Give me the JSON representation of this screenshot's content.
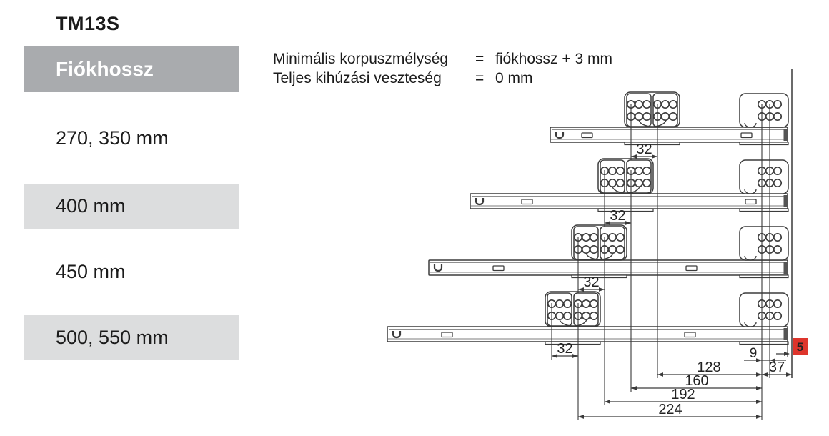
{
  "title": "TM13S",
  "table": {
    "header": "Fiókhossz",
    "rows": [
      "270, 350 mm",
      "400 mm",
      "450 mm",
      "500, 550 mm"
    ]
  },
  "specs": [
    {
      "label": "Minimális korpuszmélység",
      "eq": "=",
      "value": "fiókhossz + 3 mm"
    },
    {
      "label": "Teljes kihúzási veszteség",
      "eq": "=",
      "value": "0 mm"
    }
  ],
  "drawing": {
    "pitch_label": "32",
    "rear_hole_spacing_label": "9",
    "rear_offset_label": "37",
    "back_gap_label": "5",
    "chain_labels": [
      "128",
      "160",
      "192",
      "224"
    ],
    "colors": {
      "line": "#3c3c3c",
      "dim_line": "#3a3a3a",
      "highlight_bg": "#de352c",
      "highlight_text": "#ffffff"
    }
  }
}
